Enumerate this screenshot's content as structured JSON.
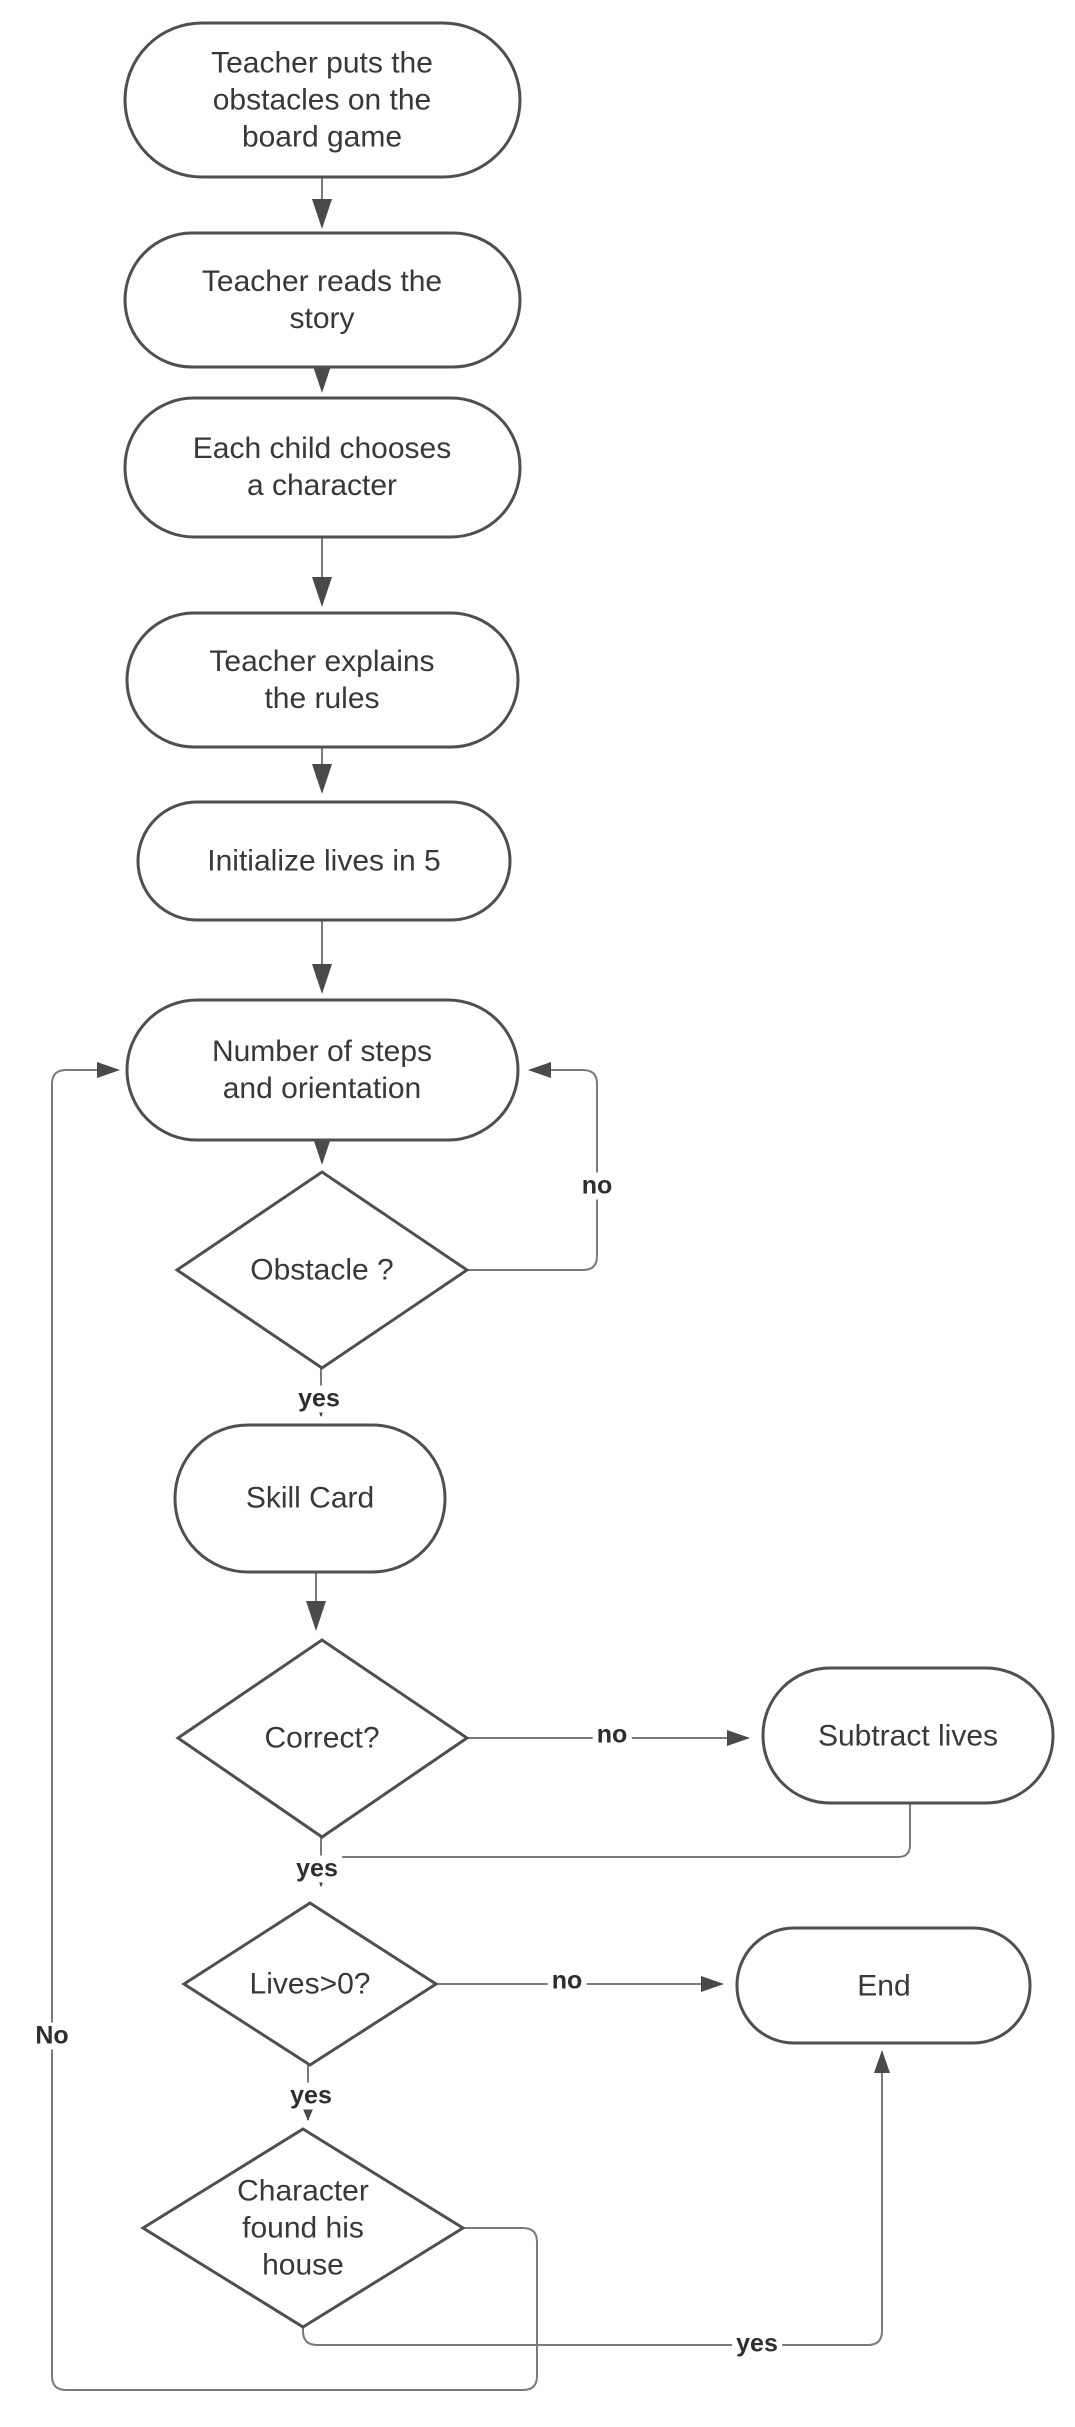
{
  "diagram": {
    "type": "flowchart",
    "colors": {
      "background": "#ffffff",
      "node_border": "#4f4f4f",
      "node_fill": "#ffffff",
      "connector": "#7a7a7a",
      "arrowhead": "#4a4a4a",
      "node_text": "#383838",
      "edge_label_text": "#2e2e2e"
    },
    "nodes": [
      {
        "id": "start",
        "type": "terminator",
        "label": "Teacher puts the\nobstacles on the\nboard game"
      },
      {
        "id": "read-story",
        "type": "terminator",
        "label": "Teacher reads the\nstory"
      },
      {
        "id": "choose-character",
        "type": "terminator",
        "label": "Each child chooses\na character"
      },
      {
        "id": "explain-rules",
        "type": "terminator",
        "label": "Teacher explains\nthe rules"
      },
      {
        "id": "init-lives",
        "type": "terminator",
        "label": "Initialize lives in 5"
      },
      {
        "id": "steps-orientation",
        "type": "terminator",
        "label": "Number of steps\nand orientation"
      },
      {
        "id": "obstacle",
        "type": "decision",
        "label": "Obstacle ?"
      },
      {
        "id": "skill-card",
        "type": "terminator",
        "label": "Skill Card"
      },
      {
        "id": "correct",
        "type": "decision",
        "label": "Correct?"
      },
      {
        "id": "subtract-lives",
        "type": "terminator",
        "label": "Subtract lives"
      },
      {
        "id": "lives",
        "type": "decision",
        "label": "Lives>0?"
      },
      {
        "id": "end",
        "type": "terminator",
        "label": "End"
      },
      {
        "id": "character-found",
        "type": "decision",
        "label": "Character\nfound his\nhouse"
      }
    ],
    "edges": [
      {
        "from": "start",
        "to": "read-story",
        "label": ""
      },
      {
        "from": "read-story",
        "to": "choose-character",
        "label": ""
      },
      {
        "from": "choose-character",
        "to": "explain-rules",
        "label": ""
      },
      {
        "from": "explain-rules",
        "to": "init-lives",
        "label": ""
      },
      {
        "from": "init-lives",
        "to": "steps-orientation",
        "label": ""
      },
      {
        "from": "steps-orientation",
        "to": "obstacle",
        "label": ""
      },
      {
        "from": "obstacle",
        "to": "skill-card",
        "label": "yes"
      },
      {
        "from": "obstacle",
        "to": "steps-orientation",
        "label": "no"
      },
      {
        "from": "skill-card",
        "to": "correct",
        "label": ""
      },
      {
        "from": "correct",
        "to": "subtract-lives",
        "label": "no"
      },
      {
        "from": "correct",
        "to": "lives",
        "label": "yes"
      },
      {
        "from": "subtract-lives",
        "to": "lives",
        "label": ""
      },
      {
        "from": "lives",
        "to": "end",
        "label": "no"
      },
      {
        "from": "lives",
        "to": "character-found",
        "label": "yes"
      },
      {
        "from": "character-found",
        "to": "end",
        "label": "yes"
      },
      {
        "from": "character-found",
        "to": "steps-orientation",
        "label": "No"
      }
    ]
  }
}
